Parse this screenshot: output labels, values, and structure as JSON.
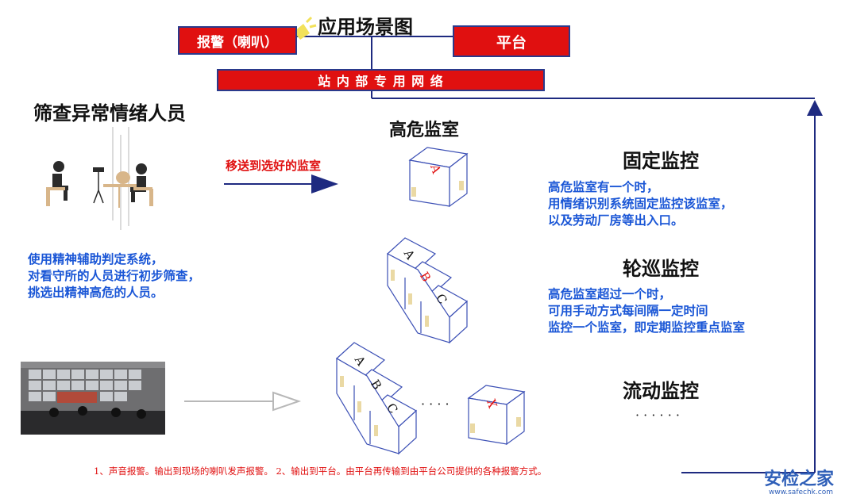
{
  "title": "应用场景图",
  "alarm_box": "报警（喇叭）",
  "platform_box": "平台",
  "network_box": "站 内 部 专 用 网 络",
  "screening": {
    "heading": "筛查异常情绪人员",
    "lines": [
      "使用精神辅助判定系统，",
      "对看守所的人员进行初步筛查，",
      "挑选出精神高危的人员。"
    ]
  },
  "transfer_label": "移送到选好的监室",
  "high_risk_title": "高危监室",
  "fixed": {
    "heading": "固定监控",
    "lines": [
      "高危监室有一个时，",
      "用情绪识别系统固定监控该监室，",
      "以及劳动厂房等出入口。"
    ]
  },
  "patrol": {
    "heading": "轮巡监控",
    "lines": [
      "高危监室超过一个时，",
      "可用手动方式每间隔一定时间",
      "监控一个监室，即定期监控重点监室"
    ]
  },
  "flow": {
    "heading": "流动监控",
    "dots": "· · · · · ·"
  },
  "cells": {
    "a": "A",
    "b": "B",
    "c": "C",
    "x": "X",
    "ellipsis": "· · · ·"
  },
  "bottom_note": "1、声音报警。输出到现场的喇叭发声报警。  2、输出到平台。由平台再传输到由平台公司提供的各种报警方式。",
  "watermark": {
    "main": "安检之家",
    "url": "www.safechk.com"
  },
  "colors": {
    "red": "#e01010",
    "blue": "#1a56d6",
    "navy": "#1e2a80",
    "box_border": "#2a3a8c"
  }
}
